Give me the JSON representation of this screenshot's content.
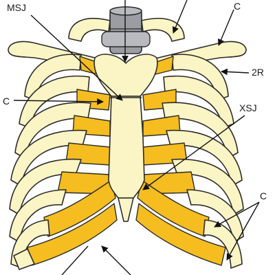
{
  "diagram": {
    "labels": {
      "msj": "MSJ",
      "c_top": "C",
      "c_left": "C",
      "r2": "2R",
      "xsj": "XSJ",
      "c_right_partial": "C"
    }
  },
  "colors": {
    "bone": "#fbf4c4",
    "cartilage": "#f5bd1f",
    "vertebra": "#9c9ca3",
    "outline": "#2a2a2a",
    "background": "#ffffff"
  }
}
